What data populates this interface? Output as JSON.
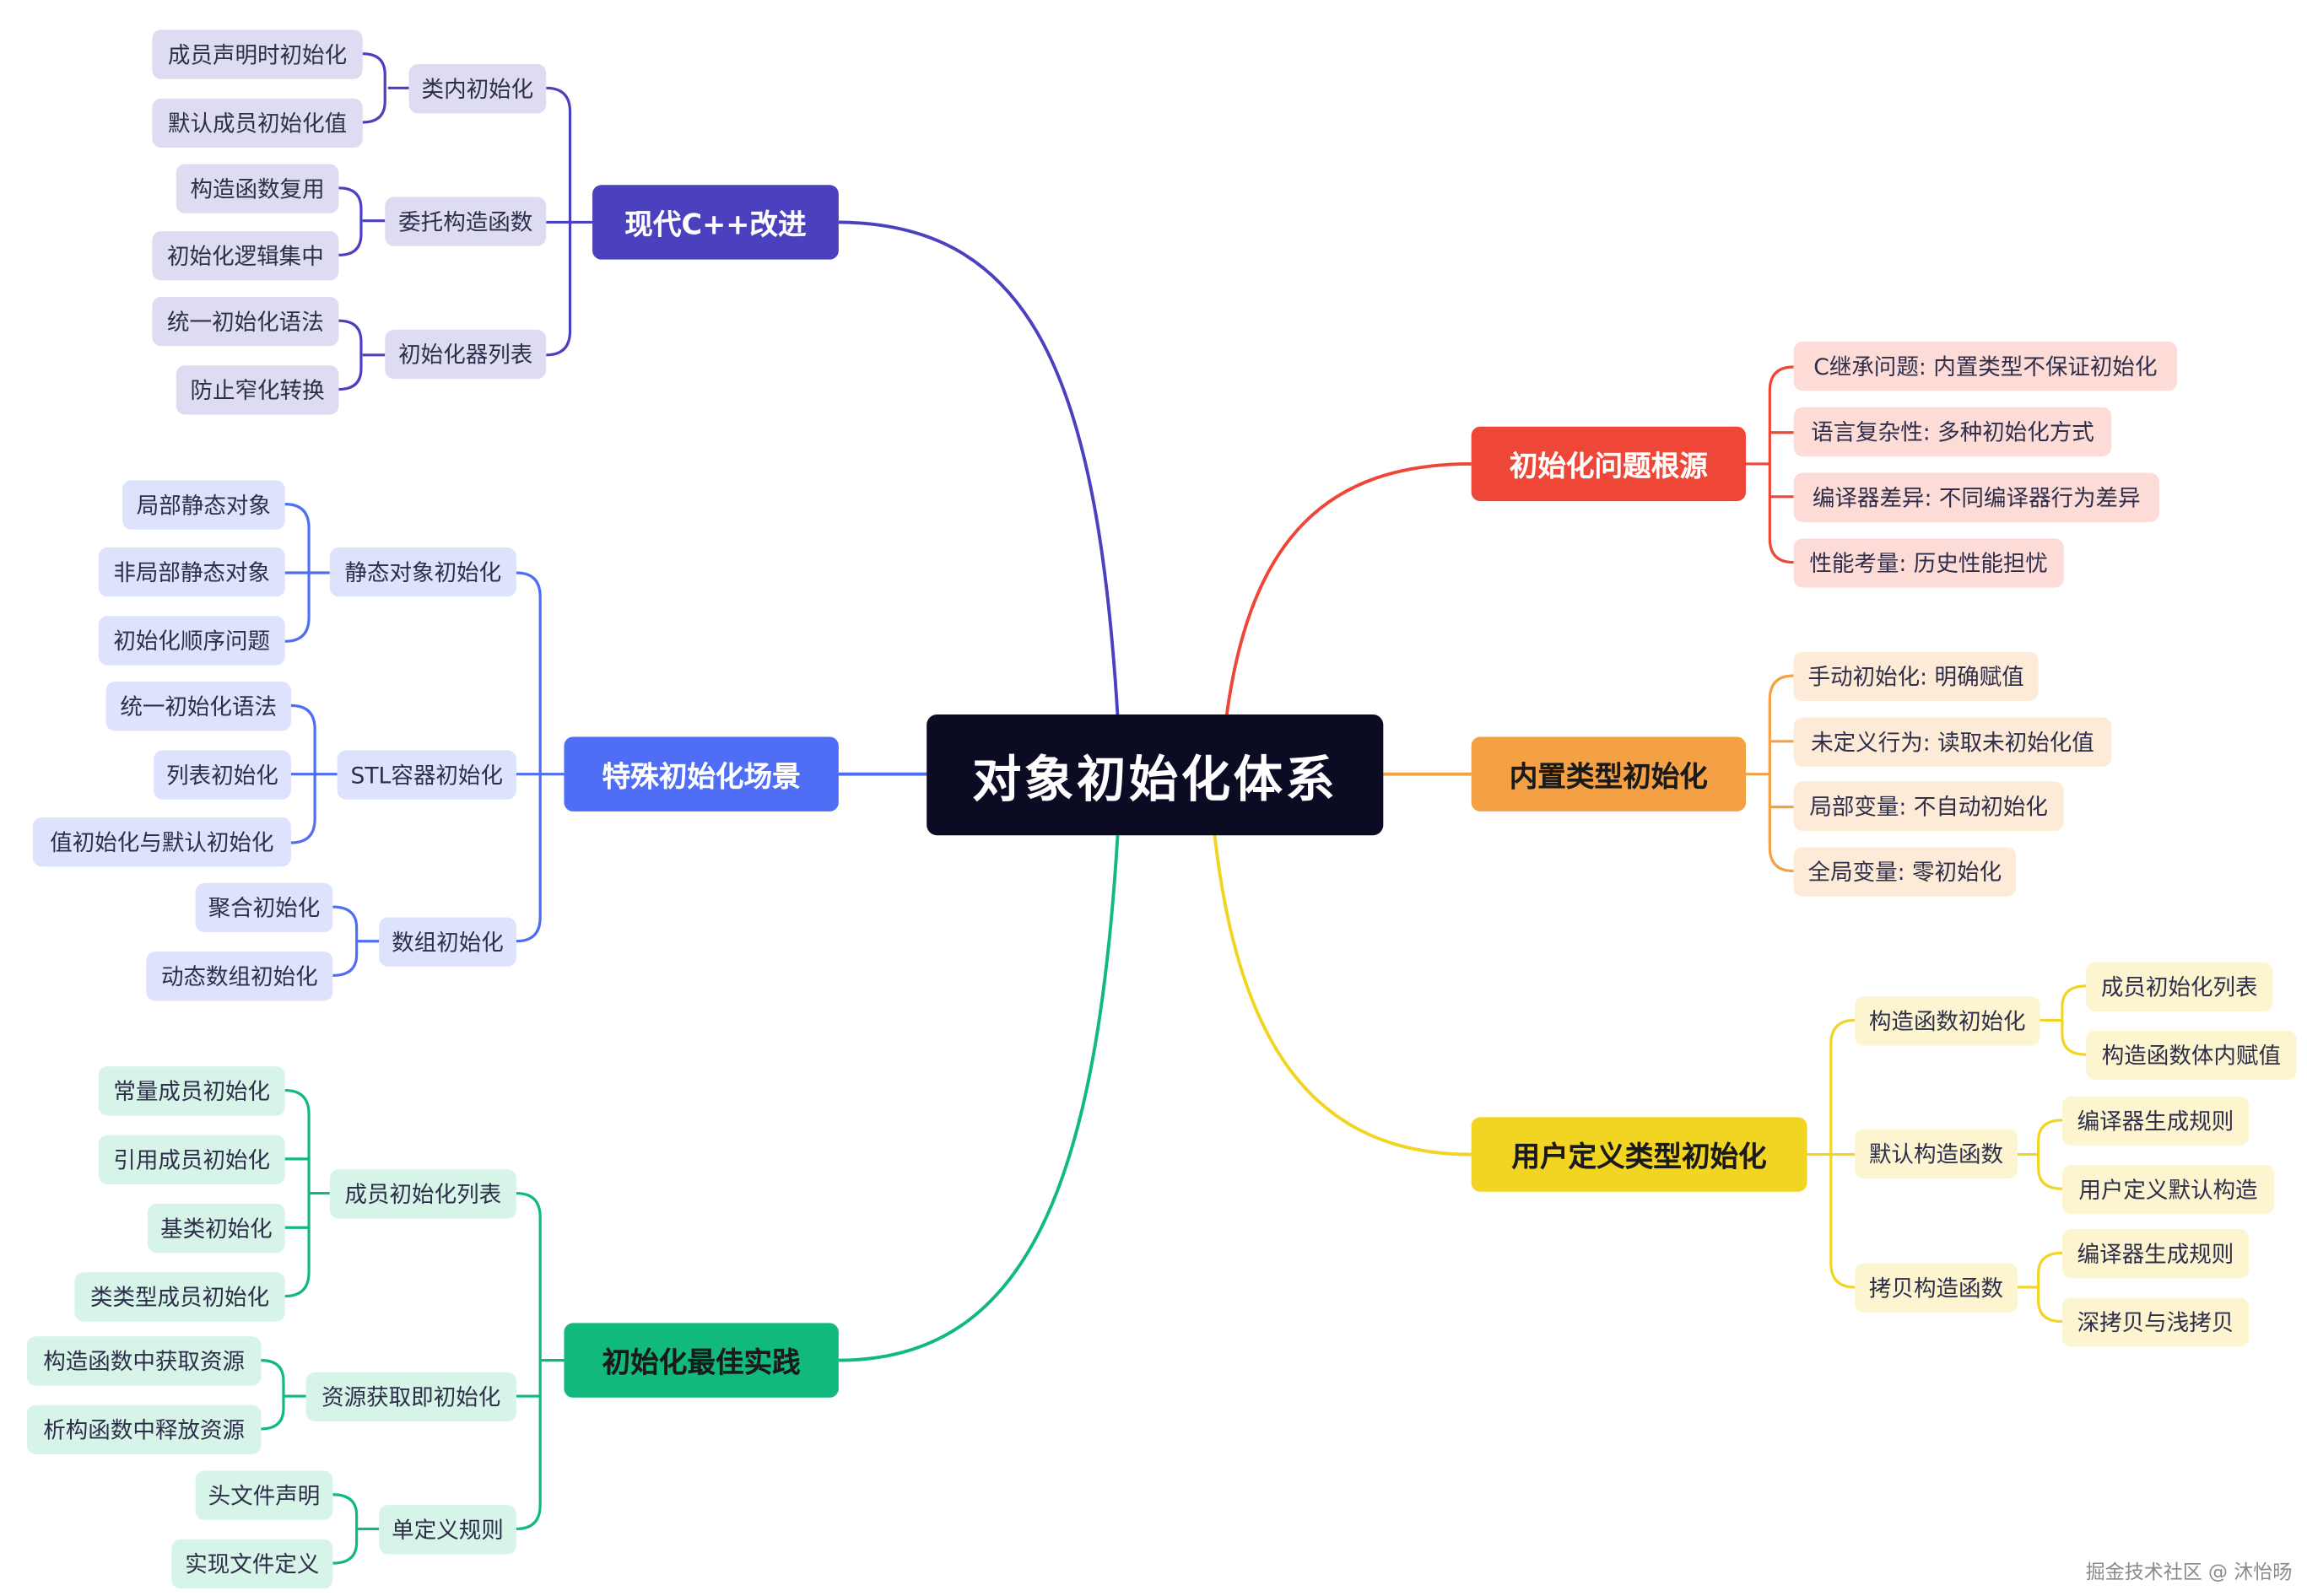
{
  "root": "对象初始化体系",
  "colors": {
    "purple": "#4b40bd",
    "blue": "#4f6ef5",
    "green": "#11b97d",
    "red": "#ee4637",
    "orange": "#f4a045",
    "yellow": "#f2d422",
    "root": "#0b0b24"
  },
  "branches": {
    "modern": {
      "label": "现代C++改进",
      "groups": [
        {
          "label": "类内初始化",
          "leaves": [
            "成员声明时初始化",
            "默认成员初始化值"
          ]
        },
        {
          "label": "委托构造函数",
          "leaves": [
            "构造函数复用",
            "初始化逻辑集中"
          ]
        },
        {
          "label": "初始化器列表",
          "leaves": [
            "统一初始化语法",
            "防止窄化转换"
          ]
        }
      ]
    },
    "special": {
      "label": "特殊初始化场景",
      "groups": [
        {
          "label": "静态对象初始化",
          "leaves": [
            "局部静态对象",
            "非局部静态对象",
            "初始化顺序问题"
          ]
        },
        {
          "label": "STL容器初始化",
          "leaves": [
            "统一初始化语法",
            "列表初始化",
            "值初始化与默认初始化"
          ]
        },
        {
          "label": "数组初始化",
          "leaves": [
            "聚合初始化",
            "动态数组初始化"
          ]
        }
      ]
    },
    "best": {
      "label": "初始化最佳实践",
      "groups": [
        {
          "label": "成员初始化列表",
          "leaves": [
            "常量成员初始化",
            "引用成员初始化",
            "基类初始化",
            "类类型成员初始化"
          ]
        },
        {
          "label": "资源获取即初始化",
          "leaves": [
            "构造函数中获取资源",
            "析构函数中释放资源"
          ]
        },
        {
          "label": "单定义规则",
          "leaves": [
            "头文件声明",
            "实现文件定义"
          ]
        }
      ]
    },
    "roots": {
      "label": "初始化问题根源",
      "leaves": [
        "C继承问题: 内置类型不保证初始化",
        "语言复杂性: 多种初始化方式",
        "编译器差异: 不同编译器行为差异",
        "性能考量: 历史性能担忧"
      ]
    },
    "builtin": {
      "label": "内置类型初始化",
      "leaves": [
        "手动初始化: 明确赋值",
        "未定义行为: 读取未初始化值",
        "局部变量: 不自动初始化",
        "全局变量: 零初始化"
      ]
    },
    "user": {
      "label": "用户定义类型初始化",
      "groups": [
        {
          "label": "构造函数初始化",
          "leaves": [
            "成员初始化列表",
            "构造函数体内赋值"
          ]
        },
        {
          "label": "默认构造函数",
          "leaves": [
            "编译器生成规则",
            "用户定义默认构造"
          ]
        },
        {
          "label": "拷贝构造函数",
          "leaves": [
            "编译器生成规则",
            "深拷贝与浅拷贝"
          ]
        }
      ]
    }
  },
  "watermark": "掘金技术社区 @ 沐怡旸"
}
